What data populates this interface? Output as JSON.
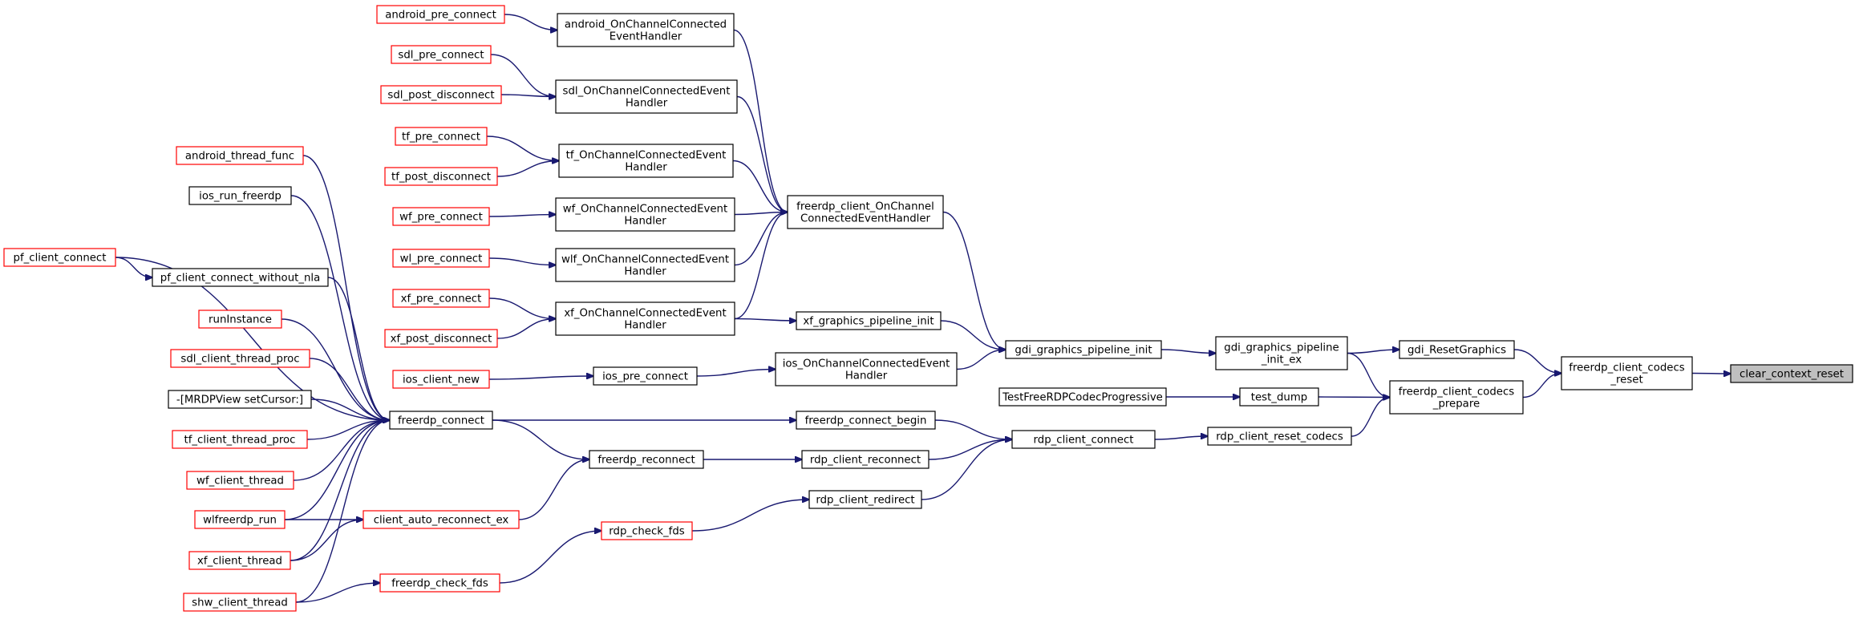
{
  "diagram": {
    "title": "",
    "colors": {
      "edge": "#191970",
      "normal_border": "#000000",
      "missing_border": "#ff0000",
      "root_fill": "#bfbfbf"
    },
    "nodes": [
      {
        "id": "clear_context_reset",
        "lines": [
          "clear_context_reset"
        ],
        "kind": "root"
      },
      {
        "id": "freerdp_client_codecs_reset",
        "lines": [
          "freerdp_client_codecs",
          "_reset"
        ],
        "kind": "normal"
      },
      {
        "id": "gdi_ResetGraphics",
        "lines": [
          "gdi_ResetGraphics"
        ],
        "kind": "normal"
      },
      {
        "id": "freerdp_client_codecs_prepare",
        "lines": [
          "freerdp_client_codecs",
          "_prepare"
        ],
        "kind": "normal"
      },
      {
        "id": "gdi_graphics_pipeline_init_ex",
        "lines": [
          "gdi_graphics_pipeline",
          "_init_ex"
        ],
        "kind": "normal"
      },
      {
        "id": "test_dump",
        "lines": [
          "test_dump"
        ],
        "kind": "normal"
      },
      {
        "id": "rdp_client_reset_codecs",
        "lines": [
          "rdp_client_reset_codecs"
        ],
        "kind": "normal"
      },
      {
        "id": "gdi_graphics_pipeline_init",
        "lines": [
          "gdi_graphics_pipeline_init"
        ],
        "kind": "normal"
      },
      {
        "id": "TestFreeRDPCodecProgressive",
        "lines": [
          "TestFreeRDPCodecProgressive"
        ],
        "kind": "normal"
      },
      {
        "id": "rdp_client_connect",
        "lines": [
          "rdp_client_connect"
        ],
        "kind": "normal"
      },
      {
        "id": "freerdp_client_OnChannelConnectedEventHandler",
        "lines": [
          "freerdp_client_OnChannel",
          "ConnectedEventHandler"
        ],
        "kind": "normal"
      },
      {
        "id": "xf_graphics_pipeline_init",
        "lines": [
          "xf_graphics_pipeline_init"
        ],
        "kind": "normal"
      },
      {
        "id": "ios_OnChannelConnectedEventHandler",
        "lines": [
          "ios_OnChannelConnectedEvent",
          "Handler"
        ],
        "kind": "normal"
      },
      {
        "id": "freerdp_connect_begin",
        "lines": [
          "freerdp_connect_begin"
        ],
        "kind": "normal"
      },
      {
        "id": "rdp_client_reconnect",
        "lines": [
          "rdp_client_reconnect"
        ],
        "kind": "normal"
      },
      {
        "id": "rdp_client_redirect",
        "lines": [
          "rdp_client_redirect"
        ],
        "kind": "normal"
      },
      {
        "id": "android_OnChannelConnectedEventHandler",
        "lines": [
          "android_OnChannelConnected",
          "EventHandler"
        ],
        "kind": "normal"
      },
      {
        "id": "sdl_OnChannelConnectedEventHandler",
        "lines": [
          "sdl_OnChannelConnectedEvent",
          "Handler"
        ],
        "kind": "normal"
      },
      {
        "id": "tf_OnChannelConnectedEventHandler",
        "lines": [
          "tf_OnChannelConnectedEvent",
          "Handler"
        ],
        "kind": "normal"
      },
      {
        "id": "wf_OnChannelConnectedEventHandler",
        "lines": [
          "wf_OnChannelConnectedEvent",
          "Handler"
        ],
        "kind": "normal"
      },
      {
        "id": "wlf_OnChannelConnectedEventHandler",
        "lines": [
          "wlf_OnChannelConnectedEvent",
          "Handler"
        ],
        "kind": "normal"
      },
      {
        "id": "xf_OnChannelConnectedEventHandler",
        "lines": [
          "xf_OnChannelConnectedEvent",
          "Handler"
        ],
        "kind": "normal"
      },
      {
        "id": "ios_pre_connect",
        "lines": [
          "ios_pre_connect"
        ],
        "kind": "normal"
      },
      {
        "id": "freerdp_connect",
        "lines": [
          "freerdp_connect"
        ],
        "kind": "normal"
      },
      {
        "id": "freerdp_reconnect",
        "lines": [
          "freerdp_reconnect"
        ],
        "kind": "normal"
      },
      {
        "id": "rdp_check_fds",
        "lines": [
          "rdp_check_fds"
        ],
        "kind": "red"
      },
      {
        "id": "android_pre_connect",
        "lines": [
          "android_pre_connect"
        ],
        "kind": "red"
      },
      {
        "id": "sdl_pre_connect",
        "lines": [
          "sdl_pre_connect"
        ],
        "kind": "red"
      },
      {
        "id": "sdl_post_disconnect",
        "lines": [
          "sdl_post_disconnect"
        ],
        "kind": "red"
      },
      {
        "id": "tf_pre_connect",
        "lines": [
          "tf_pre_connect"
        ],
        "kind": "red"
      },
      {
        "id": "tf_post_disconnect",
        "lines": [
          "tf_post_disconnect"
        ],
        "kind": "red"
      },
      {
        "id": "wf_pre_connect",
        "lines": [
          "wf_pre_connect"
        ],
        "kind": "red"
      },
      {
        "id": "wl_pre_connect",
        "lines": [
          "wl_pre_connect"
        ],
        "kind": "red"
      },
      {
        "id": "xf_pre_connect",
        "lines": [
          "xf_pre_connect"
        ],
        "kind": "red"
      },
      {
        "id": "xf_post_disconnect",
        "lines": [
          "xf_post_disconnect"
        ],
        "kind": "red"
      },
      {
        "id": "ios_client_new",
        "lines": [
          "ios_client_new"
        ],
        "kind": "red"
      },
      {
        "id": "client_auto_reconnect_ex",
        "lines": [
          "client_auto_reconnect_ex"
        ],
        "kind": "red"
      },
      {
        "id": "freerdp_check_fds",
        "lines": [
          "freerdp_check_fds"
        ],
        "kind": "red"
      },
      {
        "id": "android_thread_func",
        "lines": [
          "android_thread_func"
        ],
        "kind": "red"
      },
      {
        "id": "ios_run_freerdp",
        "lines": [
          "ios_run_freerdp"
        ],
        "kind": "normal"
      },
      {
        "id": "pf_client_connect",
        "lines": [
          "pf_client_connect"
        ],
        "kind": "red"
      },
      {
        "id": "pf_client_connect_without_nla",
        "lines": [
          "pf_client_connect_without_nla"
        ],
        "kind": "normal"
      },
      {
        "id": "runInstance",
        "lines": [
          "runInstance"
        ],
        "kind": "red"
      },
      {
        "id": "sdl_client_thread_proc",
        "lines": [
          "sdl_client_thread_proc"
        ],
        "kind": "red"
      },
      {
        "id": "MRDPView_setCursor",
        "lines": [
          "-[MRDPView setCursor:]"
        ],
        "kind": "normal"
      },
      {
        "id": "tf_client_thread_proc",
        "lines": [
          "tf_client_thread_proc"
        ],
        "kind": "red"
      },
      {
        "id": "wf_client_thread",
        "lines": [
          "wf_client_thread"
        ],
        "kind": "red"
      },
      {
        "id": "wlfreerdp_run",
        "lines": [
          "wlfreerdp_run"
        ],
        "kind": "red"
      },
      {
        "id": "xf_client_thread",
        "lines": [
          "xf_client_thread"
        ],
        "kind": "red"
      },
      {
        "id": "shw_client_thread",
        "lines": [
          "shw_client_thread"
        ],
        "kind": "red"
      }
    ],
    "edges": [
      [
        "freerdp_client_codecs_reset",
        "clear_context_reset"
      ],
      [
        "gdi_ResetGraphics",
        "freerdp_client_codecs_reset"
      ],
      [
        "freerdp_client_codecs_prepare",
        "freerdp_client_codecs_reset"
      ],
      [
        "gdi_graphics_pipeline_init_ex",
        "gdi_ResetGraphics"
      ],
      [
        "gdi_graphics_pipeline_init_ex",
        "freerdp_client_codecs_prepare"
      ],
      [
        "test_dump",
        "freerdp_client_codecs_prepare"
      ],
      [
        "rdp_client_reset_codecs",
        "freerdp_client_codecs_prepare"
      ],
      [
        "gdi_graphics_pipeline_init",
        "gdi_graphics_pipeline_init_ex"
      ],
      [
        "TestFreeRDPCodecProgressive",
        "test_dump"
      ],
      [
        "rdp_client_connect",
        "rdp_client_reset_codecs"
      ],
      [
        "freerdp_client_OnChannelConnectedEventHandler",
        "gdi_graphics_pipeline_init"
      ],
      [
        "xf_graphics_pipeline_init",
        "gdi_graphics_pipeline_init"
      ],
      [
        "ios_OnChannelConnectedEventHandler",
        "gdi_graphics_pipeline_init"
      ],
      [
        "freerdp_connect_begin",
        "rdp_client_connect"
      ],
      [
        "rdp_client_reconnect",
        "rdp_client_connect"
      ],
      [
        "rdp_client_redirect",
        "rdp_client_connect"
      ],
      [
        "android_OnChannelConnectedEventHandler",
        "freerdp_client_OnChannelConnectedEventHandler"
      ],
      [
        "sdl_OnChannelConnectedEventHandler",
        "freerdp_client_OnChannelConnectedEventHandler"
      ],
      [
        "tf_OnChannelConnectedEventHandler",
        "freerdp_client_OnChannelConnectedEventHandler"
      ],
      [
        "wf_OnChannelConnectedEventHandler",
        "freerdp_client_OnChannelConnectedEventHandler"
      ],
      [
        "wlf_OnChannelConnectedEventHandler",
        "freerdp_client_OnChannelConnectedEventHandler"
      ],
      [
        "xf_OnChannelConnectedEventHandler",
        "freerdp_client_OnChannelConnectedEventHandler"
      ],
      [
        "xf_OnChannelConnectedEventHandler",
        "xf_graphics_pipeline_init"
      ],
      [
        "ios_pre_connect",
        "ios_OnChannelConnectedEventHandler"
      ],
      [
        "freerdp_connect",
        "freerdp_connect_begin"
      ],
      [
        "freerdp_reconnect",
        "rdp_client_reconnect"
      ],
      [
        "rdp_check_fds",
        "rdp_client_redirect"
      ],
      [
        "android_pre_connect",
        "android_OnChannelConnectedEventHandler"
      ],
      [
        "sdl_pre_connect",
        "sdl_OnChannelConnectedEventHandler"
      ],
      [
        "sdl_post_disconnect",
        "sdl_OnChannelConnectedEventHandler"
      ],
      [
        "tf_pre_connect",
        "tf_OnChannelConnectedEventHandler"
      ],
      [
        "tf_post_disconnect",
        "tf_OnChannelConnectedEventHandler"
      ],
      [
        "wf_pre_connect",
        "wf_OnChannelConnectedEventHandler"
      ],
      [
        "wl_pre_connect",
        "wlf_OnChannelConnectedEventHandler"
      ],
      [
        "xf_pre_connect",
        "xf_OnChannelConnectedEventHandler"
      ],
      [
        "xf_post_disconnect",
        "xf_OnChannelConnectedEventHandler"
      ],
      [
        "ios_client_new",
        "ios_pre_connect"
      ],
      [
        "freerdp_connect",
        "freerdp_reconnect"
      ],
      [
        "client_auto_reconnect_ex",
        "freerdp_reconnect"
      ],
      [
        "freerdp_check_fds",
        "rdp_check_fds"
      ],
      [
        "android_thread_func",
        "freerdp_connect"
      ],
      [
        "ios_run_freerdp",
        "freerdp_connect"
      ],
      [
        "pf_client_connect",
        "freerdp_connect"
      ],
      [
        "pf_client_connect",
        "pf_client_connect_without_nla"
      ],
      [
        "pf_client_connect_without_nla",
        "freerdp_connect"
      ],
      [
        "runInstance",
        "freerdp_connect"
      ],
      [
        "sdl_client_thread_proc",
        "freerdp_connect"
      ],
      [
        "MRDPView_setCursor",
        "freerdp_connect"
      ],
      [
        "tf_client_thread_proc",
        "freerdp_connect"
      ],
      [
        "wf_client_thread",
        "freerdp_connect"
      ],
      [
        "wlfreerdp_run",
        "freerdp_connect"
      ],
      [
        "wlfreerdp_run",
        "client_auto_reconnect_ex"
      ],
      [
        "xf_client_thread",
        "freerdp_connect"
      ],
      [
        "xf_client_thread",
        "client_auto_reconnect_ex"
      ],
      [
        "shw_client_thread",
        "freerdp_connect"
      ],
      [
        "shw_client_thread",
        "freerdp_check_fds"
      ]
    ]
  }
}
